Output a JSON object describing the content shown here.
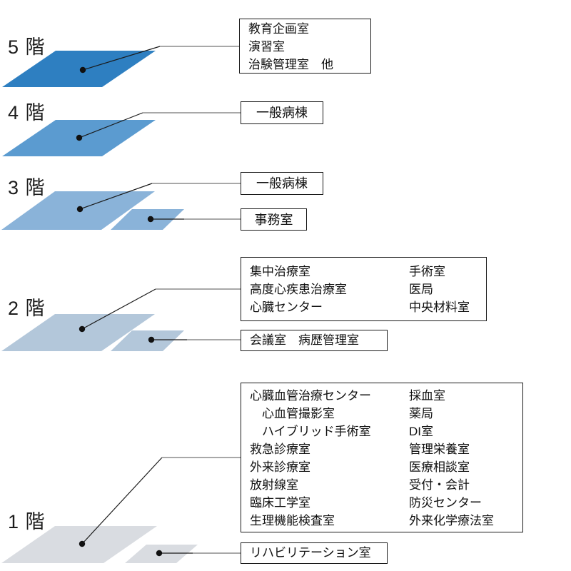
{
  "title": "hospital-floor-guide",
  "colors": {
    "floor5": "#2e7fc1",
    "floor4": "#5b9bd0",
    "floor3": "#8ab3d9",
    "floor2": "#b3c7da",
    "floor1": "#d9dce1",
    "dot": "#111111",
    "leader_dark": "#1a1a1a",
    "leader_gray": "#8c8c8c"
  },
  "floors": {
    "f5": {
      "label": "5 階",
      "rooms": [
        "教育企画室",
        "演習室",
        "治験管理室　他"
      ]
    },
    "f4": {
      "label": "4 階",
      "rooms": [
        "一般病棟"
      ]
    },
    "f3": {
      "label": "3 階",
      "rooms": [
        "一般病棟"
      ],
      "annex": [
        "事務室"
      ]
    },
    "f2": {
      "label": "2 階",
      "rooms_left": [
        "集中治療室",
        "高度心疾患治療室",
        "心臓センター"
      ],
      "rooms_right": [
        "手術室",
        "医局",
        "中央材料室"
      ],
      "annex": [
        "会議室　病歴管理室"
      ]
    },
    "f1": {
      "label": "1 階",
      "rooms_left": [
        "心臓血管治療センター",
        "　心血管撮影室",
        "　ハイブリッド手術室",
        "救急診療室",
        "外来診療室",
        "放射線室",
        "臨床工学室",
        "生理機能検査室"
      ],
      "rooms_right": [
        "採血室",
        "薬局",
        "DI室",
        "管理栄養室",
        "医療相談室",
        "受付・会計",
        "防災センター",
        "外来化学療法室"
      ],
      "annex": [
        "リハビリテーション室"
      ]
    }
  }
}
